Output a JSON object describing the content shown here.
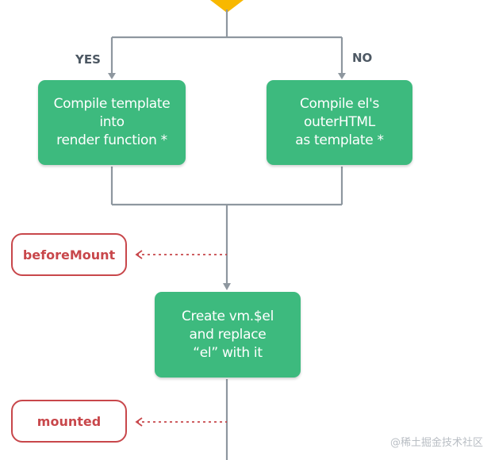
{
  "diagram": {
    "branch_yes": "YES",
    "branch_no": "NO",
    "node_compile_template": "Compile template\ninto\nrender function *",
    "node_compile_el": "Compile el's\nouterHTML\nas template *",
    "hook_before_mount": "beforeMount",
    "node_create_vm_el": "Create vm.$el\nand replace\n“el” with it",
    "hook_mounted": "mounted"
  },
  "colors": {
    "step_box": "#3dba7e",
    "hook_border": "#c8474b",
    "connector": "#8e979f",
    "decision_marker": "#f8b800"
  },
  "watermark": "@稀土掘金技术社区"
}
